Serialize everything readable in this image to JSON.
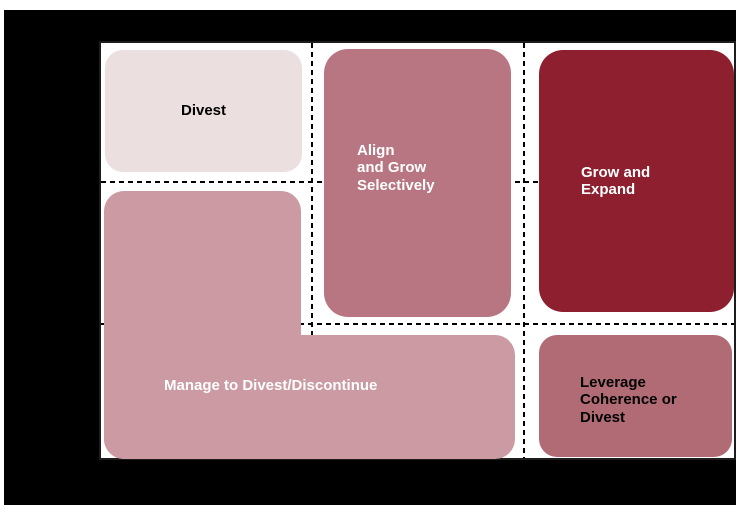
{
  "figure": {
    "type": "strategy-matrix-diagram",
    "background_color": "#000000",
    "plot_background_color": "#ffffff",
    "grid": {
      "style": "dashed",
      "line_color": "#000000",
      "columns": 3,
      "rows": 3
    },
    "boxes": {
      "divest": {
        "label": "Divest",
        "fill": "#EBDFE0",
        "text_color": "#000000"
      },
      "align": {
        "line1": "Align",
        "line2": "and Grow",
        "line3": "Selectively",
        "fill": "#B87682",
        "text_color": "#FFFFFF"
      },
      "grow": {
        "line1": "Grow and",
        "line2": "Expand",
        "fill": "#8E1F2E",
        "text_color": "#FFFFFF"
      },
      "manage": {
        "label": "Manage to Divest/Discontinue",
        "fill": "#CB9AA2",
        "text_color": "#FFFFFF",
        "shape": "L-shape"
      },
      "leverage": {
        "line1": "Leverage",
        "line2": "Coherence or",
        "line3": "Divest",
        "fill": "#B16B75",
        "text_color": "#000000"
      }
    }
  }
}
